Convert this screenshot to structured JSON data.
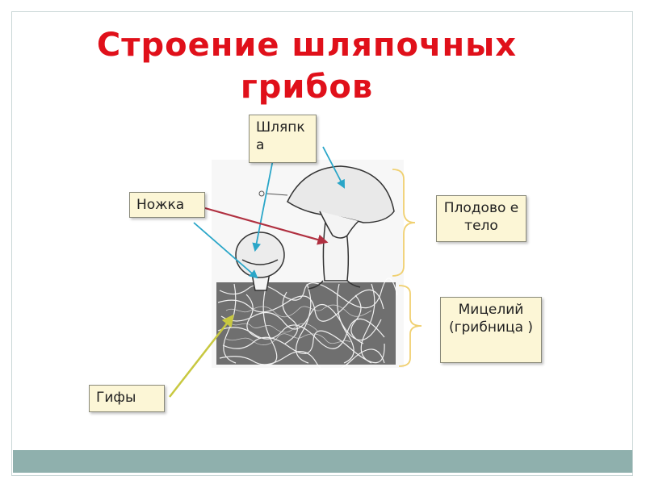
{
  "title": {
    "line1": "Строение шляпочных",
    "line2": "грибов"
  },
  "labels": {
    "cap": "Шляпк а",
    "stem": "Ножка",
    "fruit_body": "Плодово е тело",
    "mycelium": "Мицелий (грибница )",
    "hyphae": "Гифы"
  },
  "colors": {
    "title": "#e0101a",
    "arrow_blue": "#2aa6c8",
    "arrow_red": "#b03040",
    "arrow_yellow": "#c8c840",
    "bracket": "#f0d070",
    "footer": "#8fb0ad"
  }
}
